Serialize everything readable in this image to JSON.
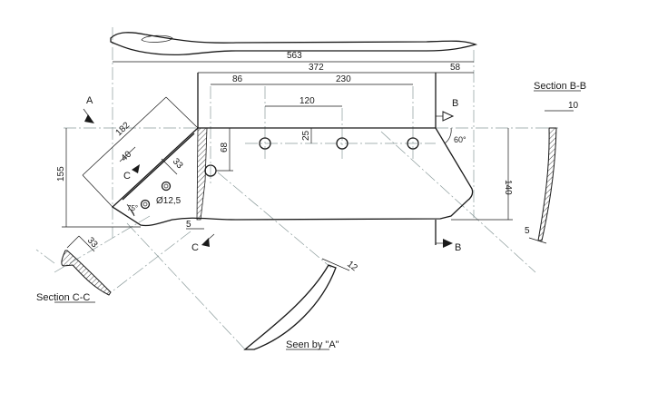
{
  "dimensions": {
    "overall_length": "563",
    "body_length": "372",
    "tip_length": "58",
    "first_hole_offset": "86",
    "hole_span": "230",
    "hole_spacing": "120",
    "hole_row_offset": "25",
    "side_hole_offset": "68",
    "left_height": "155",
    "right_height": "140",
    "diagonal_length": "182",
    "shin_width": "40",
    "shin_offset": "33",
    "hole_diameter": "Ø12,5",
    "shin_angle": "75°",
    "tip_angle": "60°",
    "hatch_width": "5",
    "section_bb_top": "10",
    "section_bb_bottom": "5",
    "section_cc_width": "33",
    "view_a_thickness": "12"
  },
  "markers": {
    "a": "A",
    "b": "B",
    "c": "C"
  },
  "labels": {
    "section_bb": "Section B-B",
    "section_cc": "Section C-C",
    "seen_by_a": "Seen by \"A\""
  }
}
